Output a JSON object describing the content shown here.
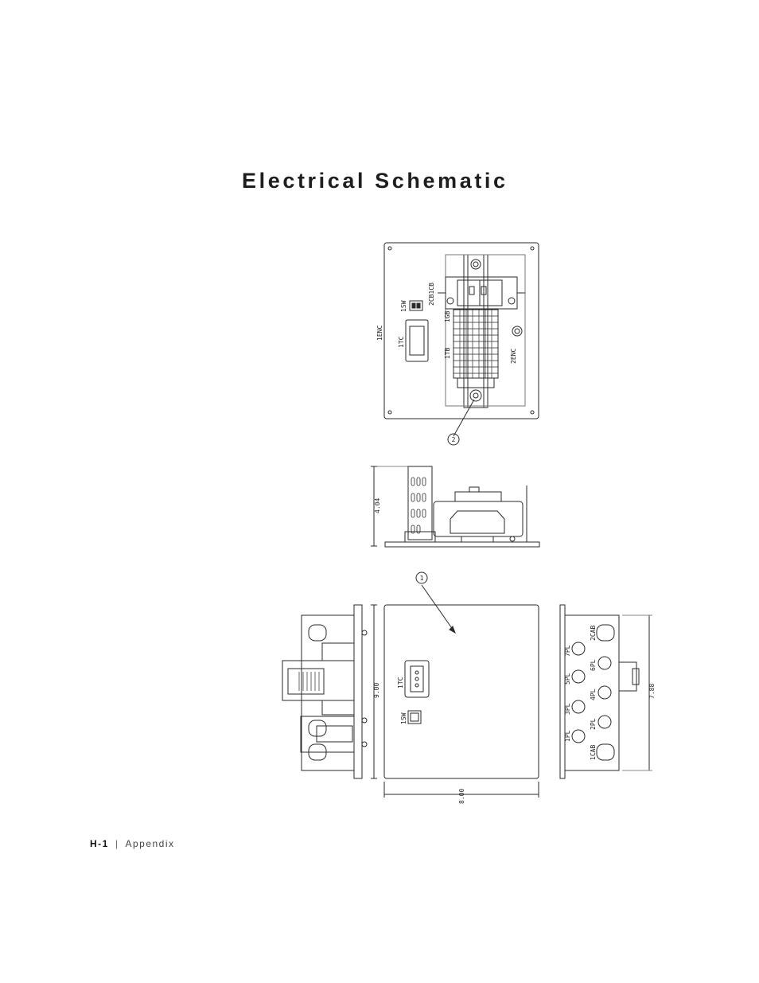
{
  "page": {
    "title": "Electrical Schematic",
    "footer": {
      "page_number": "H-1",
      "separator": "|",
      "section": "Appendix"
    }
  },
  "drawing": {
    "top_view": {
      "labels": {
        "enc1": "1ENC",
        "enc2": "2ENC",
        "sw": "1SW",
        "cb": "2CB1CB",
        "gb": "1GB",
        "tc": "1TC",
        "tb": "1TB"
      },
      "balloon": "2"
    },
    "side_view": {
      "dimension": "4.04"
    },
    "front_view": {
      "balloon": "1",
      "labels": {
        "tc": "1TC",
        "sw": "1SW"
      },
      "dim_height": "9.00",
      "dim_width": "8.00"
    },
    "right_view": {
      "labels": [
        "7PL",
        "2CAB",
        "6PL",
        "5PL",
        "4PL",
        "3PL",
        "2PL",
        "1PL",
        "1CAB"
      ],
      "dim_height": "7.88"
    }
  }
}
